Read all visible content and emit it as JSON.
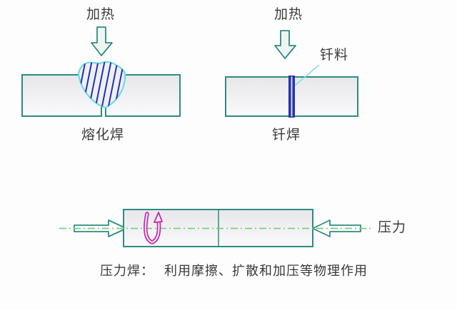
{
  "colors": {
    "teal": "#2e8b80",
    "navy": "#2733a6",
    "cyan": "#6fdbe8",
    "leader_cyan": "#8adce8",
    "green": "#7ccf7c",
    "magenta": "#c428ae",
    "text": "#3a3a3a",
    "plate_top": "#e7e7ea",
    "plate_bottom": "#fafafc",
    "arrow_fill": "#eef6f2",
    "pool_fill": "#eef0f8",
    "background": "#fdfdfd"
  },
  "fusion": {
    "heat_label": "加热",
    "caption": "熔化焊"
  },
  "brazing": {
    "heat_label": "加热",
    "filler_label": "钎料",
    "caption": "钎焊"
  },
  "pressure": {
    "force_label": "压力",
    "caption_prefix": "压力焊：",
    "caption_text": "利用摩擦、扩散和加压等物理作用"
  }
}
